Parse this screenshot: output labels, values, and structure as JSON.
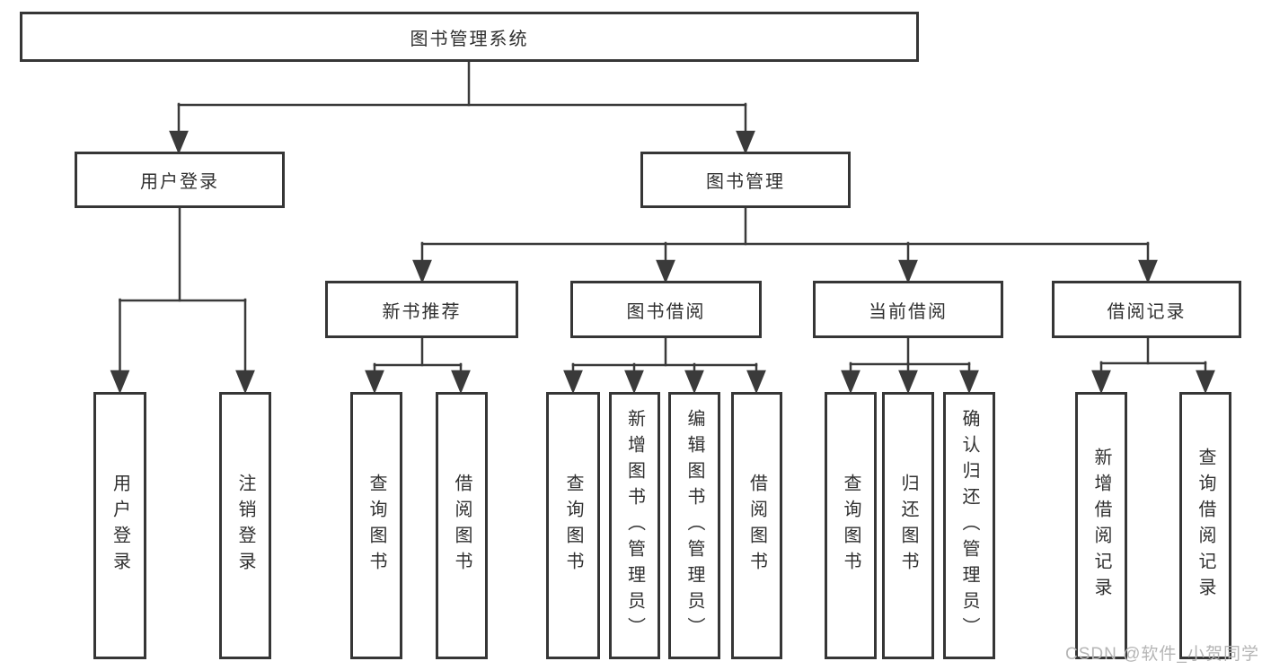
{
  "diagram": {
    "root": {
      "label": "图书管理系统"
    },
    "branches": [
      {
        "label": "用户登录",
        "children": [
          "用户登录",
          "注销登录"
        ]
      },
      {
        "label": "图书管理",
        "children": [
          {
            "label": "新书推荐",
            "children": [
              "查询图书",
              "借阅图书"
            ]
          },
          {
            "label": "图书借阅",
            "children": [
              "查询图书",
              "新增图书（管理员）",
              "编辑图书（管理员）",
              "借阅图书"
            ]
          },
          {
            "label": "当前借阅",
            "children": [
              "查询图书",
              "归还图书",
              "确认归还（管理员）"
            ]
          },
          {
            "label": "借阅记录",
            "children": [
              "新增借阅记录",
              "查询借阅记录"
            ]
          }
        ]
      }
    ]
  },
  "watermark": {
    "text": "CSDN @软件_小贺同学"
  },
  "colors": {
    "line": "#3a3a3a",
    "box_border": "#363636",
    "text": "#303030",
    "watermark": "#b5b5b5",
    "background": "#ffffff"
  }
}
